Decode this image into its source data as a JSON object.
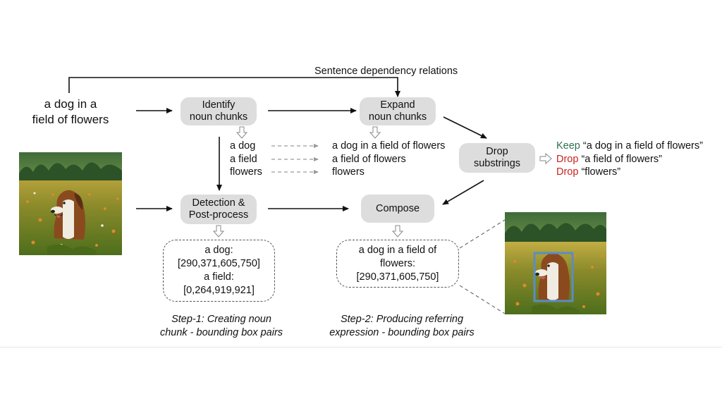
{
  "input": {
    "line1": "a dog in a",
    "line2": "field of flowers"
  },
  "relation_label": "Sentence dependency relations",
  "steps": {
    "identify": {
      "line1": "Identify",
      "line2": "noun chunks"
    },
    "expand": {
      "line1": "Expand",
      "line2": "noun chunks"
    },
    "drop": {
      "line1": "Drop",
      "line2": "substrings"
    },
    "detect": {
      "line1": "Detection &",
      "line2": "Post-process"
    },
    "compose": {
      "label": "Compose"
    }
  },
  "noun_chunks": [
    "a dog",
    "a field",
    "flowers"
  ],
  "expanded_chunks": [
    "a dog in a field of flowers",
    "a field of flowers",
    "flowers"
  ],
  "decisions": [
    {
      "action": "Keep",
      "phrase": "“a dog in a field of flowers”"
    },
    {
      "action": "Drop",
      "phrase": "“a field of flowers”"
    },
    {
      "action": "Drop",
      "phrase": "“flowers”"
    }
  ],
  "detections": {
    "label1": "a dog:",
    "box1": "[290,371,605,750]",
    "label2": "a field:",
    "box2": "[0,264,919,921]"
  },
  "referring": {
    "line1": "a dog in a field of",
    "line2": "flowers:",
    "box": "[290,371,605,750]"
  },
  "captions": {
    "step1_line1": "Step-1: Creating noun",
    "step1_line2": "chunk - bounding box pairs",
    "step2_line1": "Step-2: Producing referring",
    "step2_line2": "expression - bounding box pairs"
  },
  "colors": {
    "box_fill": "#dddddd",
    "keep": "#2f6f4f",
    "drop": "#c8231d",
    "bbox": "#5b8cc4"
  }
}
